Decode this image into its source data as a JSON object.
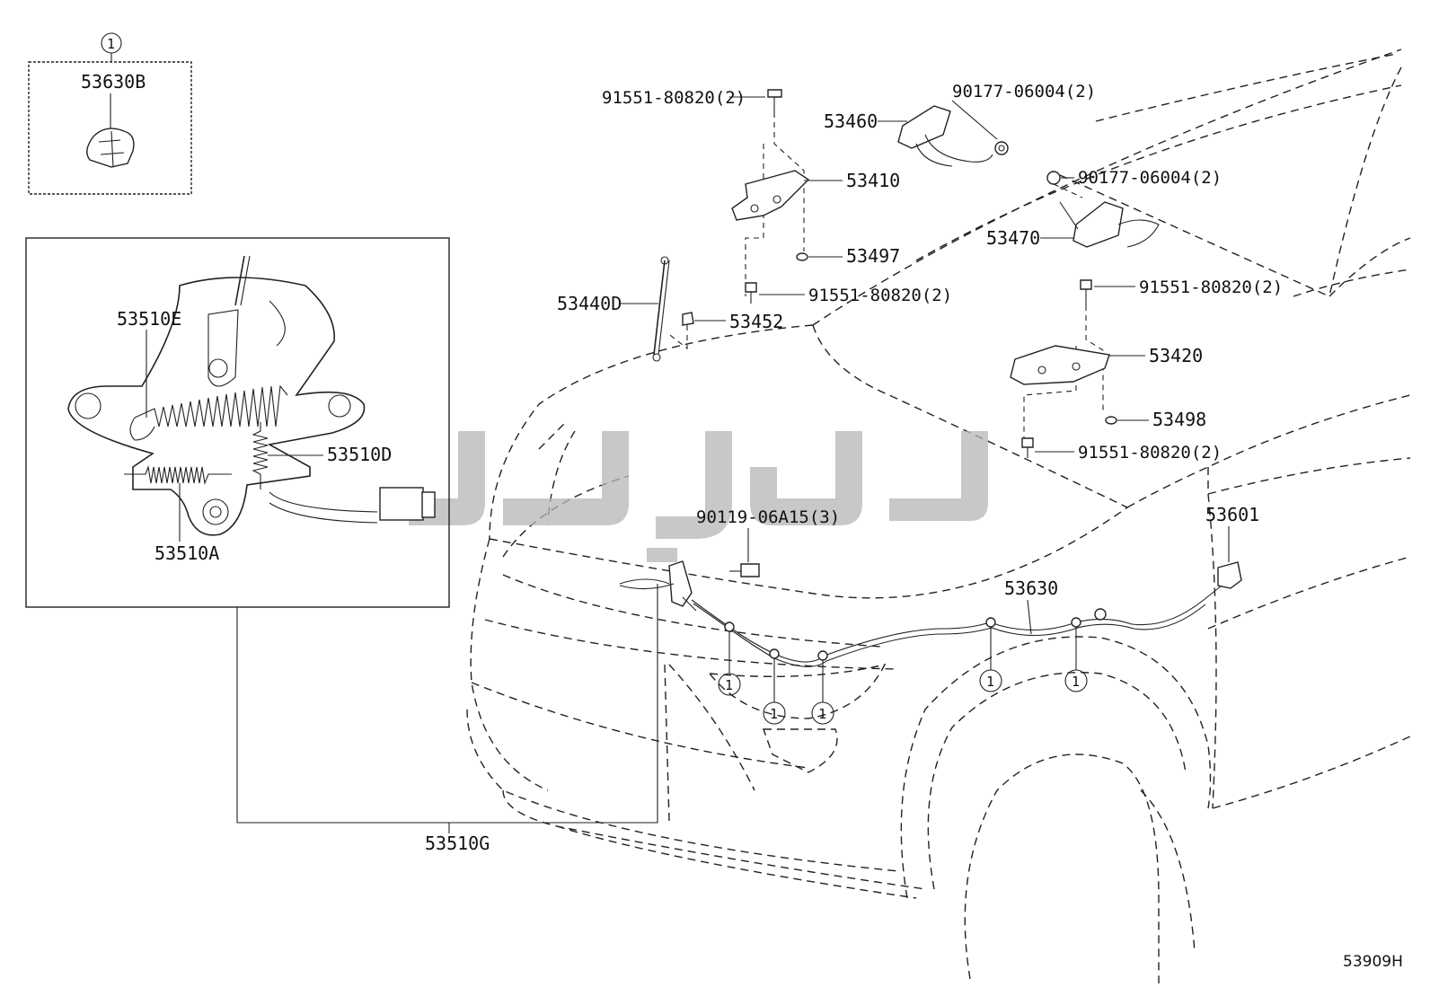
{
  "labels": {
    "p53630B": "53630B",
    "p53510E": "53510E",
    "p53510D": "53510D",
    "p53510A": "53510A",
    "p53510G": "53510G",
    "p91551_top": "91551-80820(2)",
    "p53460": "53460",
    "p90177_a": "90177-06004(2)",
    "p53410": "53410",
    "p90177_b": "90177-06004(2)",
    "p53497": "53497",
    "p53470": "53470",
    "p53440D": "53440D",
    "p91551_mid": "91551-80820(2)",
    "p53452": "53452",
    "p91551_right": "91551-80820(2)",
    "p53420": "53420",
    "p53498": "53498",
    "p91551_low": "91551-80820(2)",
    "p90119": "90119-06A15(3)",
    "p53601": "53601",
    "p53630": "53630"
  },
  "clip_marker": "1",
  "diagram_code": "53909H"
}
